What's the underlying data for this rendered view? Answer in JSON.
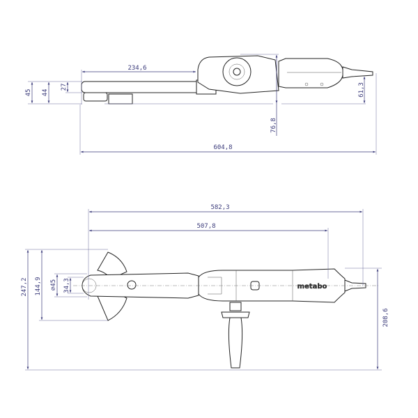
{
  "side_view": {
    "dimensions": {
      "belt_arm_length": "234,6",
      "total_length": "604,8",
      "height_45": "45",
      "height_44": "44",
      "height_27": "27",
      "height_61": "61,3",
      "height_76": "76,8"
    }
  },
  "top_view": {
    "dimensions": {
      "length_582": "582,3",
      "length_507": "507,8",
      "height_247": "247,2",
      "guard_144": "144,9",
      "diameter_45": "⌀45",
      "wheel_34": "34,3",
      "handle_208": "208,6"
    },
    "brand_logo": "metabo"
  },
  "colors": {
    "dimension": "#3a3a7a",
    "outline": "#222222"
  }
}
